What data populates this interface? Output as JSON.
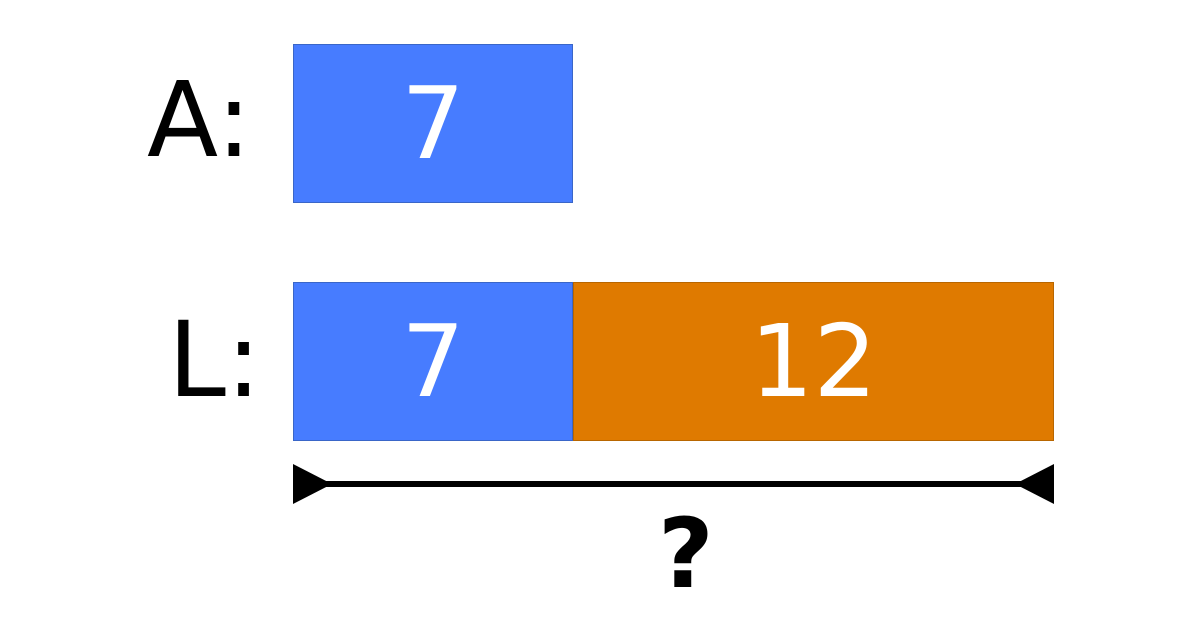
{
  "rows": [
    {
      "label": "A:",
      "segments": [
        {
          "value": "7",
          "color": "#477cff"
        }
      ]
    },
    {
      "label": "L:",
      "segments": [
        {
          "value": "7",
          "color": "#477cff"
        },
        {
          "value": "12",
          "color": "#df7a00"
        }
      ]
    }
  ],
  "total": {
    "label": "?"
  }
}
